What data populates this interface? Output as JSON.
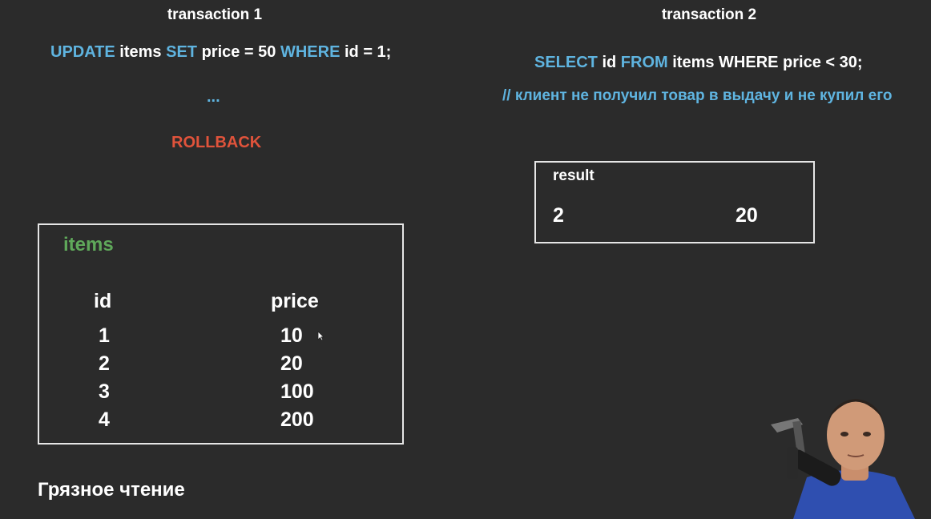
{
  "colors": {
    "keyword": "#5fb4e0",
    "rollback": "#e0533b",
    "table_name": "#5fa85a",
    "background": "#2b2b2b",
    "text": "#ffffff"
  },
  "transaction1": {
    "heading": "transaction 1",
    "sql": {
      "kw_update": "UPDATE",
      "t1": " items ",
      "kw_set": "SET",
      "t2": " price = 50 ",
      "kw_where": "WHERE",
      "t3": " id = 1;"
    },
    "ellipsis": "...",
    "rollback": "ROLLBACK"
  },
  "transaction2": {
    "heading": "transaction 2",
    "sql": {
      "kw_select": "SELECT",
      "t1": " id ",
      "kw_from": "FROM",
      "t2": " items WHERE price < 30;"
    },
    "comment": "// клиент не получил товар в выдачу и не купил его"
  },
  "result": {
    "label": "result",
    "row": {
      "id": "2",
      "price": "20"
    }
  },
  "items_table": {
    "name": "items",
    "headers": {
      "id": "id",
      "price": "price"
    },
    "rows": [
      {
        "id": "1",
        "price": "10"
      },
      {
        "id": "2",
        "price": "20"
      },
      {
        "id": "3",
        "price": "100"
      },
      {
        "id": "4",
        "price": "200"
      }
    ]
  },
  "footer": {
    "title": "Грязное чтение"
  },
  "icons": {
    "cursor": "mouse-cursor-icon",
    "webcam": "webcam-overlay"
  }
}
